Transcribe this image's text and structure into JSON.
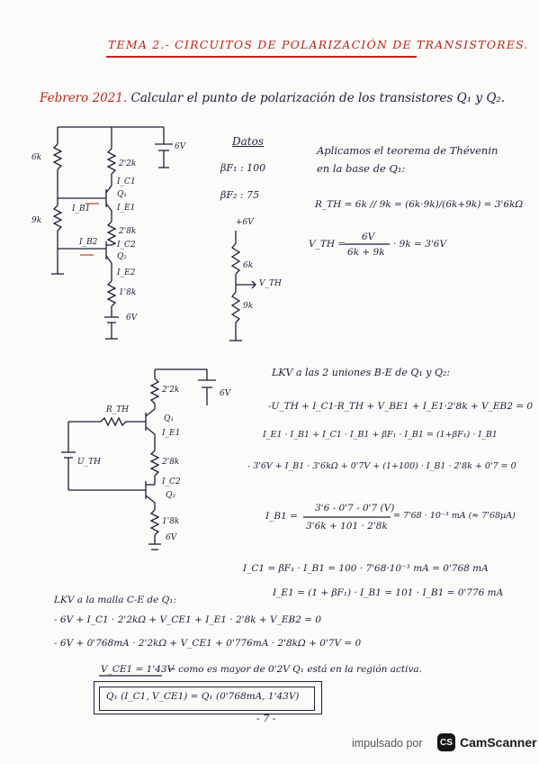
{
  "header": {
    "title": "TEMA 2.- CIRCUITOS DE POLARIZACIÓN DE TRANSISTORES."
  },
  "problem": {
    "date": "Febrero 2021.",
    "statement": "Calcular el punto de polarización de los transistores Q₁ y Q₂."
  },
  "circuit1": {
    "r_top_left": "6k",
    "r_bottom_left": "9k",
    "r_collector": "2'2k",
    "r_mid": "2'8k",
    "r_bottom": "1'8k",
    "supply": "6V",
    "supply_bottom": "6V",
    "q1": "Q₁",
    "q2": "Q₂",
    "i_b1": "I_B1",
    "i_c1": "I_C1",
    "i_e1": "I_E1",
    "i_b2": "I_B2",
    "i_c2": "I_C2",
    "i_e2": "I_E2"
  },
  "datos": {
    "heading": "Datos",
    "beta1": "βF₁ : 100",
    "beta2": "βF₂ : 75"
  },
  "thevenin_circuit": {
    "supply": "+6V",
    "r_top": "6k",
    "r_bottom": "9k",
    "v_th": "V_TH"
  },
  "thevenin_text": {
    "line1": "Aplicamos el teorema de Thévenin",
    "line2": "en la base de Q₁:",
    "rth": "R_TH = 6k // 9k = (6k·9k)/(6k+9k) = 3'6kΩ",
    "vth_label": "V_TH =",
    "vth_num": "6V",
    "vth_den": "6k + 9k",
    "vth_rest": "· 9k = 3'6V"
  },
  "circuit2": {
    "rth": "R_TH",
    "uth": "U_TH",
    "r_collector": "2'2k",
    "r_mid": "2'8k",
    "r_bottom": "1'8k",
    "supply": "6V",
    "supply_bottom": "6V",
    "q1": "Q₁",
    "q2": "Q₂",
    "i_e1": "I_E1",
    "i_c2": "I_C2"
  },
  "lkv1": {
    "heading": "LKV a las 2 uniones B-E de Q₁ y Q₂:",
    "eq1": "-U_TH + I_C1·R_TH + V_BE1 + I_E1·2'8k + V_EB2 = 0",
    "eq2": "I_E1 · I_B1 + I_C1 · I_B1 + βF₁ · I_B1 = (1+βF₁) · I_B1",
    "eq3": "- 3'6V + I_B1 · 3'6kΩ + 0'7V + (1+100) · I_B1 · 2'8k + 0'7 = 0",
    "ib1_label": "I_B1 =",
    "ib1_num": "3'6 - 0'7 - 0'7 (V)",
    "ib1_den": "3'6k + 101 · 2'8k",
    "ib1_res": "= 7'68 · 10⁻³ mA (≈ 7'68µA)"
  },
  "currents": {
    "ic1": "I_C1 = βF₁ · I_B1 = 100 · 7'68·10⁻³ mA = 0'768 mA",
    "ie1": "I_E1 = (1 + βF₁) · I_B1 = 101 · I_B1 = 0'776 mA"
  },
  "lkv2": {
    "heading": "LKV a la malla C-E de Q₁:",
    "eq1": "- 6V + I_C1 · 2'2kΩ + V_CE1 + I_E1 · 2'8k + V_EB2 = 0",
    "eq2": "- 6V + 0'768mA · 2'2kΩ + V_CE1 + 0'776mA · 2'8kΩ + 0'7V = 0"
  },
  "conclusion": {
    "vce": "V_CE1 = 1'43V",
    "arrow": "→ como es mayor de 0'2V Q₁ está en la región activa.",
    "boxed": "Q₁ (I_C1, V_CE1) = Q₁ (0'768mA, 1'43V)"
  },
  "page_number": "- 7 -",
  "footer": {
    "powered_by": "impulsado por",
    "logo_text": "CS",
    "app_name": "CamScanner"
  }
}
